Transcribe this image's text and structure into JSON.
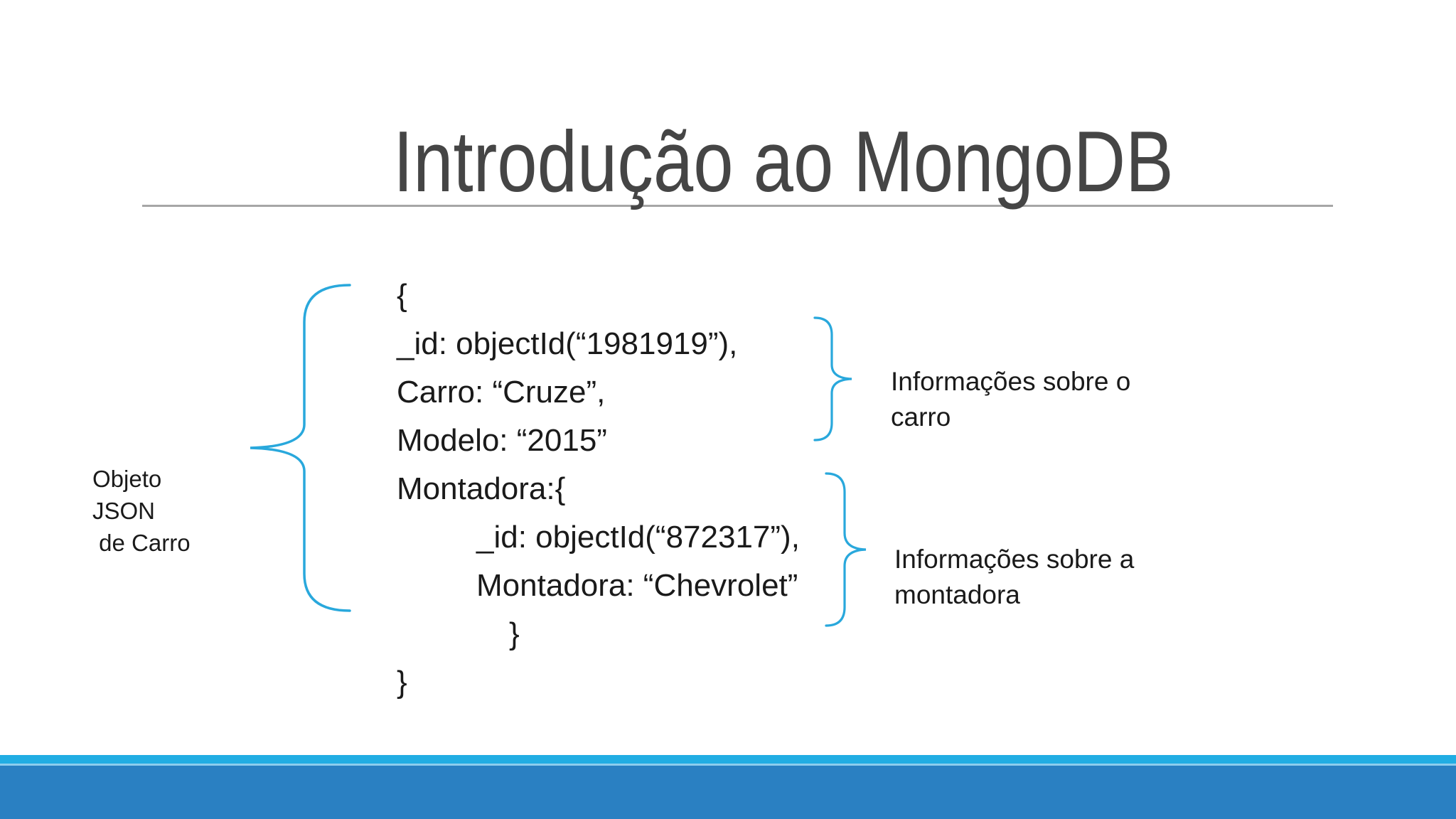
{
  "slide": {
    "title": "Introdução ao MongoDB",
    "colors": {
      "background": "#FFFFFF",
      "accent": "#29A8DC",
      "title": "#454545",
      "rule": "#A6A6A6",
      "text": "#1A1A1A",
      "footer_stripe": "#21ADE3",
      "footer_divider": "#8CCDEE",
      "footer_bar": "#2A80C2"
    }
  },
  "code": {
    "lines": [
      {
        "text": "{"
      },
      {
        "text": "_id: objectId(“1981919”),"
      },
      {
        "text": "Carro: “Cruze”,"
      },
      {
        "text": "Modelo: “2015”"
      },
      {
        "text": "Montadora:{"
      },
      {
        "text": "_id: objectId(“872317”),"
      },
      {
        "text": "Montadora: “Chevrolet”"
      },
      {
        "text": "}"
      },
      {
        "text": "}"
      }
    ]
  },
  "annotations": {
    "object_label": {
      "lines": [
        "Objeto",
        "JSON",
        " de Carro"
      ]
    },
    "car_info_label": {
      "lines": [
        "Informações sobre o",
        "carro"
      ]
    },
    "maker_info_label": {
      "lines": [
        "Informações sobre a",
        "montadora"
      ]
    }
  }
}
